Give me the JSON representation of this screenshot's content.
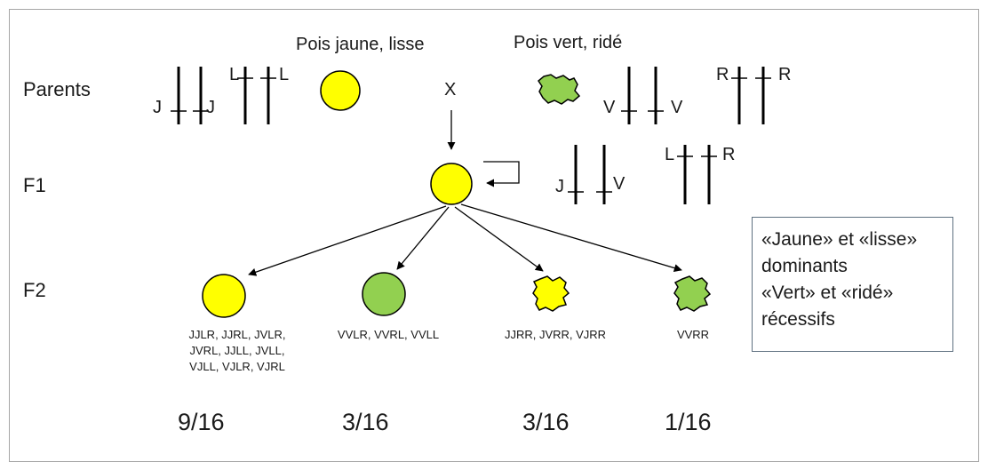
{
  "rows": {
    "parents": "Parents",
    "f1": "F1",
    "f2": "F2"
  },
  "parents": {
    "yellow_title": "Pois jaune, lisse",
    "green_title": "Pois vert, ridé",
    "cross_symbol": "X",
    "yellow_alleles": [
      "J",
      "J",
      "L",
      "L"
    ],
    "green_alleles": [
      "V",
      "V",
      "R",
      "R"
    ]
  },
  "f1": {
    "alleles": [
      "J",
      "V",
      "L",
      "R"
    ]
  },
  "f2": [
    {
      "genotypes": [
        "JJLR, JJRL, JVLR,",
        "JVRL, JJLL, JVLL,",
        "VJLL, VJLR, VJRL"
      ],
      "ratio": "9/16"
    },
    {
      "genotypes": [
        "VVLR, VVRL, VVLL"
      ],
      "ratio": "3/16"
    },
    {
      "genotypes": [
        "JJRR, JVRR, VJRR"
      ],
      "ratio": "3/16"
    },
    {
      "genotypes": [
        "VVRR"
      ],
      "ratio": "1/16"
    }
  ],
  "legend": {
    "lines": [
      "«Jaune» et «lisse»",
      "dominants",
      "«Vert» et «ridé»",
      "récessifs"
    ]
  },
  "colors": {
    "yellow": "#ffff00",
    "green": "#92d050",
    "stroke": "#000000",
    "frame": "#a6a6a6",
    "legend_border": "#5e7080"
  }
}
